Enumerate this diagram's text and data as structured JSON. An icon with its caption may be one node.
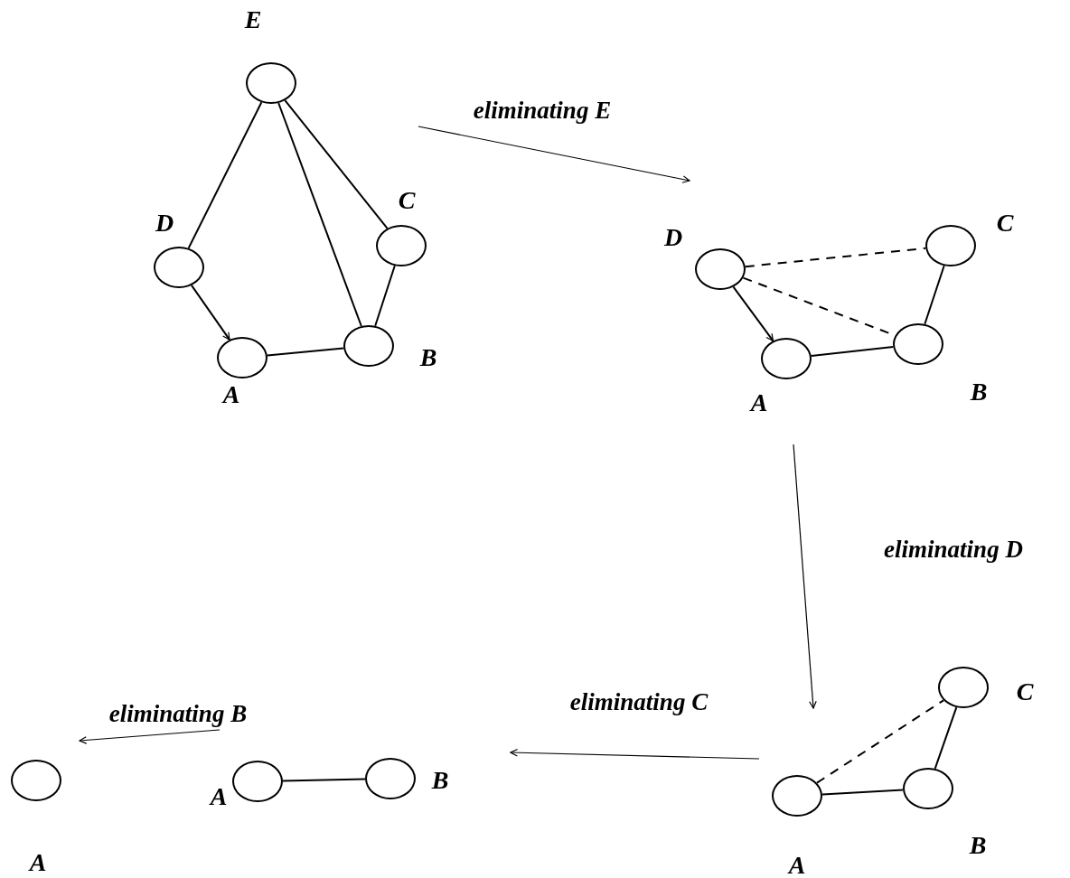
{
  "diagram": {
    "nodes": [
      {
        "text": [
          "E"
        ]
      },
      {
        "text": [
          "D"
        ]
      },
      {
        "text": [
          "C"
        ]
      },
      {
        "text": [
          "A"
        ]
      },
      {
        "text": [
          "B"
        ]
      },
      {
        "text": [
          "D"
        ]
      },
      {
        "text": [
          "C"
        ]
      },
      {
        "text": [
          "A"
        ]
      },
      {
        "text": [
          "B"
        ]
      },
      {
        "text": [
          "C"
        ]
      },
      {
        "text": [
          "A"
        ]
      },
      {
        "text": [
          "B"
        ]
      },
      {
        "text": [
          "A"
        ]
      },
      {
        "text": [
          "B"
        ]
      },
      {
        "text": [
          "A"
        ]
      }
    ],
    "edges": [
      {
        "from": 0,
        "to": 1,
        "arrow": "none"
      },
      {
        "from": 0,
        "to": 4,
        "arrow": "none"
      },
      {
        "from": 0,
        "to": 2,
        "arrow": "none"
      },
      {
        "from": 1,
        "to": 3,
        "arrow": "to"
      },
      {
        "from": 3,
        "to": 4,
        "arrow": "none"
      },
      {
        "from": 2,
        "to": 4,
        "arrow": "none"
      },
      {
        "from": 5,
        "to": 6,
        "arrow": "none",
        "style": "dashed"
      },
      {
        "from": 5,
        "to": 8,
        "arrow": "none",
        "style": "dashed"
      },
      {
        "from": 5,
        "to": 7,
        "arrow": "to"
      },
      {
        "from": 7,
        "to": 8,
        "arrow": "none"
      },
      {
        "from": 6,
        "to": 8,
        "arrow": "none"
      },
      {
        "from": 10,
        "to": 9,
        "arrow": "none",
        "style": "dashed"
      },
      {
        "from": 9,
        "to": 11,
        "arrow": "none"
      },
      {
        "from": 10,
        "to": 11,
        "arrow": "none"
      },
      {
        "from": 12,
        "to": 13,
        "arrow": "none"
      }
    ],
    "labels": [
      "eliminating E",
      "eliminating D",
      "eliminating C",
      "eliminating B"
    ]
  }
}
